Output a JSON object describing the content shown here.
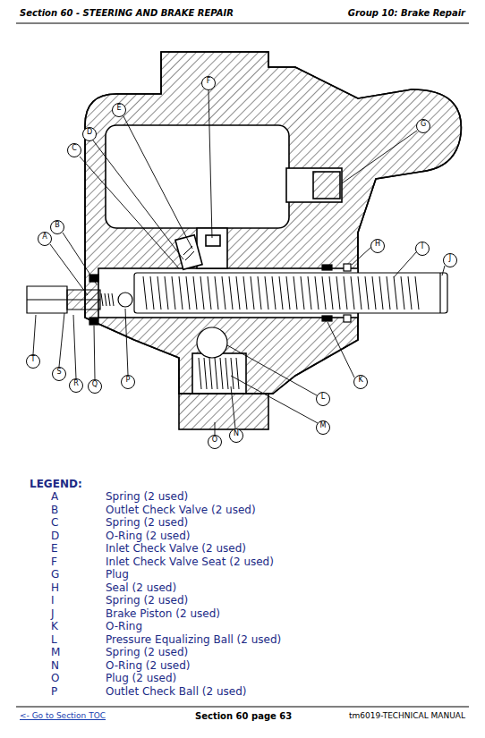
{
  "diagram": {
    "labels": [
      "Section 60 - STEERING AND BRAKE REPAIR",
      "Group 10: Brake Repair",
      "F",
      "E",
      "D",
      "C",
      "G",
      "B",
      "A",
      "H",
      "I",
      "J",
      "T",
      "S",
      "R",
      "Q",
      "P",
      "K",
      "L",
      "M",
      "N",
      "O",
      "LEGEND:",
      "A",
      "Spring (2 used)",
      "B",
      "Outlet Check Valve (2 used)",
      "C",
      "Spring (2 used)",
      "D",
      "O-Ring (2 used)",
      "E",
      "Inlet Check Valve (2 used)",
      "F",
      "Inlet Check Valve Seat (2 used)",
      "G",
      "Plug",
      "H",
      "Seal (2 used)",
      "I",
      "Spring (2 used)",
      "J",
      "Brake Piston (2 used)",
      "K",
      "O-Ring",
      "L",
      "Pressure Equalizing Ball (2 used)",
      "M",
      "Spring (2 used)",
      "N",
      "O-Ring (2 used)",
      "O",
      "Plug (2 used)",
      "P",
      "Outlet Check Ball (2 used)",
      "<- Go to Section TOC",
      "Section 60 page 63",
      "tm6019-TECHNICAL MANUAL"
    ]
  }
}
